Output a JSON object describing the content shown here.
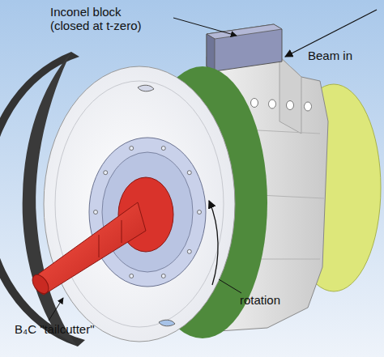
{
  "diagram": {
    "labels": [
      "Inconel block (closed at t-zero)",
      "Beam in",
      "B₄C \"tailcutter\"",
      "rotation"
    ]
  }
}
